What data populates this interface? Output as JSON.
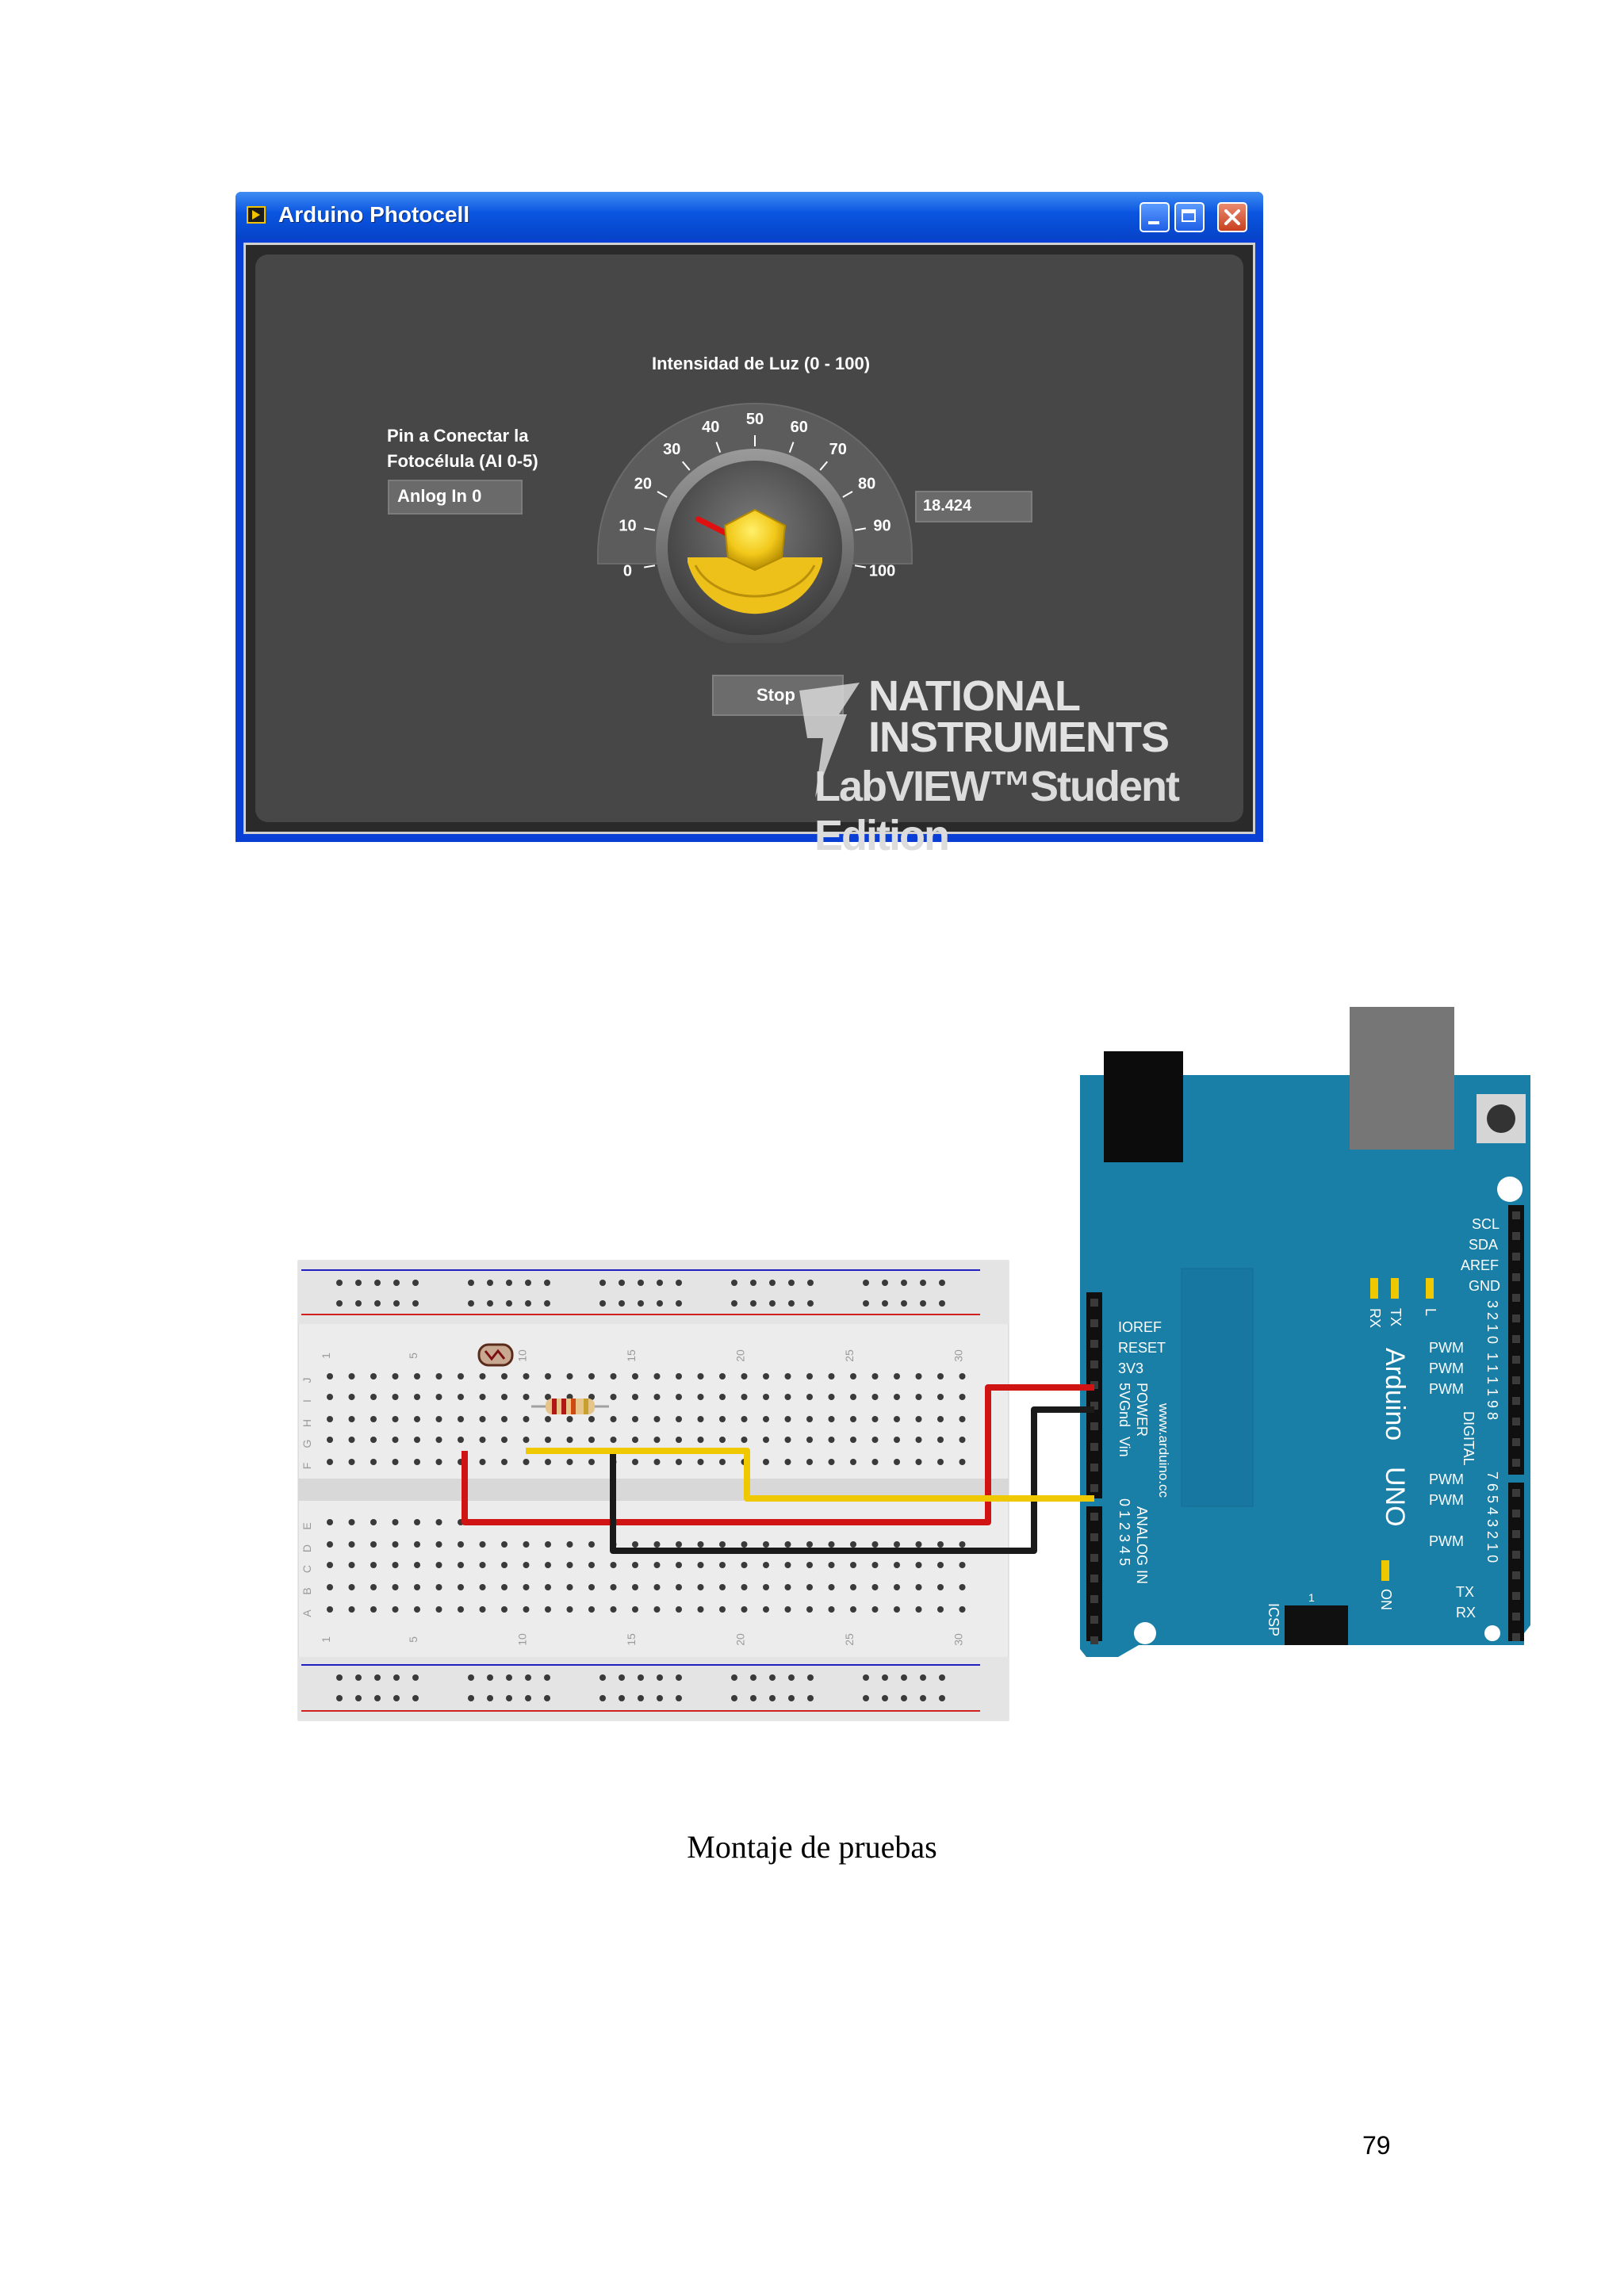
{
  "window": {
    "title": "Arduino Photocell"
  },
  "front_panel": {
    "gauge": {
      "title": "Intensidad de Luz (0 - 100)",
      "ticks": [
        "0",
        "10",
        "20",
        "30",
        "40",
        "50",
        "60",
        "70",
        "80",
        "90",
        "100"
      ],
      "value": 18.424,
      "min": 0,
      "max": 100,
      "needle_color": "#e01010",
      "knob_color": "#f2c81a"
    },
    "pin": {
      "label_line1": "Pin a Conectar la",
      "label_line2": "Fotocélula (AI 0-5)",
      "value": "Anlog In 0"
    },
    "numeric_indicator": "18.424",
    "stop_label": "Stop",
    "watermark": {
      "line1": "NATIONAL",
      "line2": "INSTRUMENTS",
      "line3": "LabVIEW™Student Edition"
    }
  },
  "breadboard": {
    "row_letters_top": [
      "J",
      "I",
      "H",
      "G",
      "F"
    ],
    "row_letters_bottom": [
      "E",
      "D",
      "C",
      "B",
      "A"
    ],
    "column_numbers": [
      "1",
      "5",
      "10",
      "15",
      "20",
      "25",
      "30"
    ],
    "wire_colors": {
      "red": "#d01414",
      "black": "#1a1a1a",
      "yellow": "#f0c800"
    }
  },
  "arduino": {
    "board_color": "#1a7fa6",
    "name": "Arduino",
    "model": "UNO",
    "url": "www.arduino.cc",
    "power_pins": [
      "IOREF",
      "RESET",
      "3V3",
      "5V",
      "Gnd",
      "Vin"
    ],
    "power_group": "POWER",
    "analog_group": "ANALOG IN",
    "analog_pins": "0 1 2 3 4 5",
    "right_top": [
      "SCL",
      "SDA",
      "AREF",
      "GND"
    ],
    "digital_label": "DIGITAL",
    "digital_numbers_top": "1 1 1 1 9 8",
    "digital_numbers_top2": "3 2 1 0",
    "digital_numbers_bottom": "7 6 5 4 3 2 1 0",
    "pwm": "PWM",
    "tx": "TX",
    "rx": "RX",
    "led_l": "L",
    "on": "ON",
    "icsp": "ICSP",
    "one": "1"
  },
  "caption": "Montaje de pruebas",
  "page_number": "79"
}
